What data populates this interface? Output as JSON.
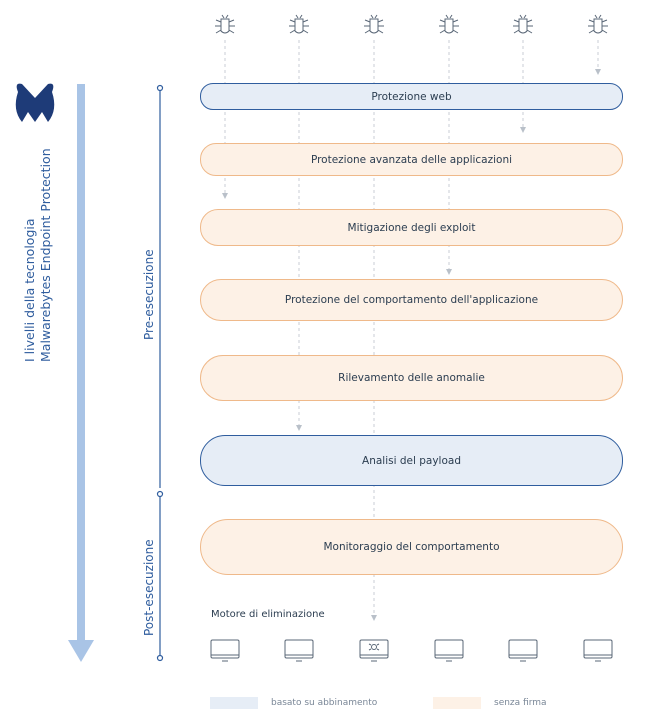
{
  "title_lines": [
    "I livelli della tecnologia",
    "Malwarebytes Endpoint Protection"
  ],
  "phases": {
    "pre": "Pre-esecuzione",
    "post": "Post-esecuzione"
  },
  "layers": [
    {
      "label": "Protezione web",
      "kind": "blue"
    },
    {
      "label": "Protezione avanzata delle applicazioni",
      "kind": "orange"
    },
    {
      "label": "Mitigazione degli exploit",
      "kind": "orange"
    },
    {
      "label": "Protezione del comportamento dell'applicazione",
      "kind": "orange"
    },
    {
      "label": "Rilevamento delle anomalie",
      "kind": "orange"
    },
    {
      "label": "Analisi del payload",
      "kind": "blue"
    },
    {
      "label": "Monitoraggio del comportamento",
      "kind": "orange"
    }
  ],
  "elimination_label": "Motore di eliminazione",
  "icons": {
    "threat": "bug-icon",
    "endpoint": "monitor-icon",
    "logo": "malwarebytes-logo"
  },
  "legend": [
    {
      "label": "basato su abbinamento",
      "color": "#e6edf6"
    },
    {
      "label": "senza firma",
      "color": "#fdf1e6"
    }
  ],
  "colors": {
    "blue_fill": "#e6edf6",
    "blue_border": "#2f5d9e",
    "orange_fill": "#fdf1e6",
    "orange_border": "#efb98a",
    "arrow": "#b9c0c9"
  }
}
